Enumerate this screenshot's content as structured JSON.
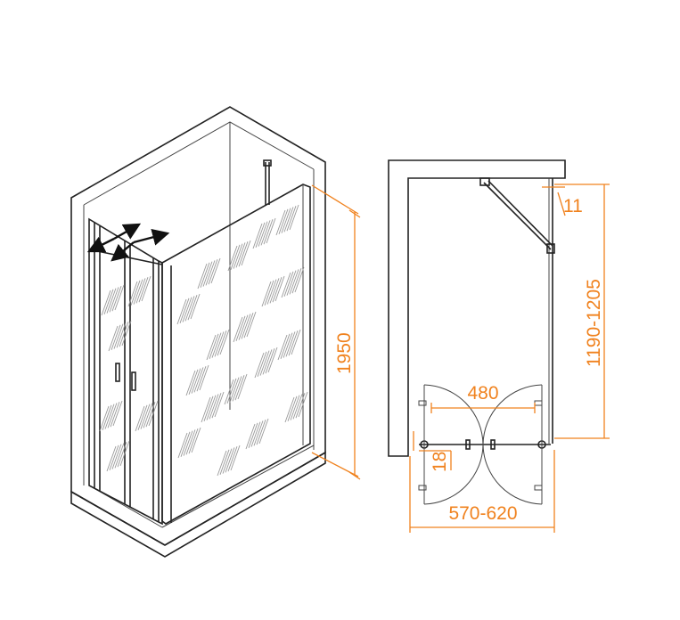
{
  "dimensions": {
    "height": "1950",
    "side_width": "1190-1205",
    "door_opening": "480",
    "front_width": "570-620",
    "wall_gap": "11",
    "profile_offset": "18"
  },
  "colors": {
    "dimension": "#f0821e",
    "lines": "#222222",
    "glass_pattern": "#9a9a9a"
  }
}
